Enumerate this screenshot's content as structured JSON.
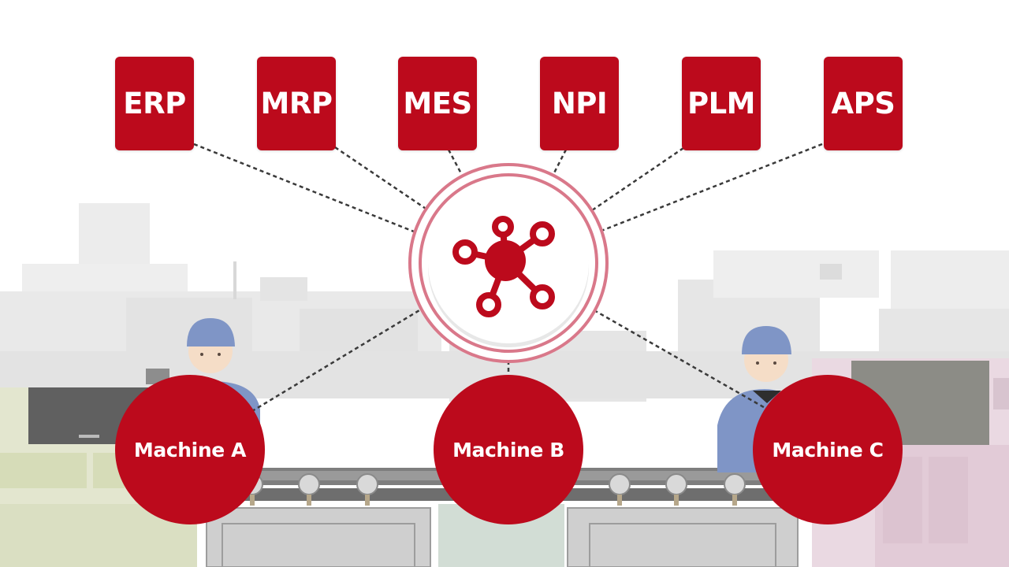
{
  "systems": [
    {
      "id": "erp",
      "label": "ERP"
    },
    {
      "id": "mrp",
      "label": "MRP"
    },
    {
      "id": "mes",
      "label": "MES"
    },
    {
      "id": "npi",
      "label": "NPI"
    },
    {
      "id": "plm",
      "label": "PLM"
    },
    {
      "id": "aps",
      "label": "APS"
    }
  ],
  "hub": {
    "icon": "network-hub-icon"
  },
  "machines": [
    {
      "id": "a",
      "label": "Machine A"
    },
    {
      "id": "b",
      "label": "Machine B"
    },
    {
      "id": "c",
      "label": "Machine C"
    }
  ],
  "colors": {
    "brand_red": "#bc0a1c",
    "hub_ring": "#d9788a",
    "connector": "#3a3a3a",
    "factory_gray": "#e6e6e6"
  }
}
